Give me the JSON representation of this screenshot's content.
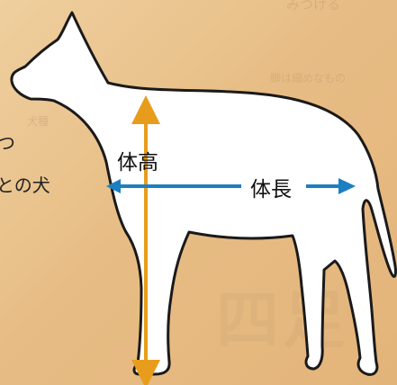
{
  "background_fragments": {
    "top_right": "みつける",
    "mid_right": "脚は細めなもの",
    "left_faint": "犬種",
    "big_faint": "四足"
  },
  "side_text": {
    "line1": "つ",
    "line2": "との犬"
  },
  "labels": {
    "height": "体高",
    "length": "体長"
  },
  "colors": {
    "background": "#e8c08a",
    "dog_fill": "#ffffff",
    "dog_outline": "#1a1a1a",
    "height_arrow": "#e79d1b",
    "length_arrow": "#1c7fc1"
  }
}
